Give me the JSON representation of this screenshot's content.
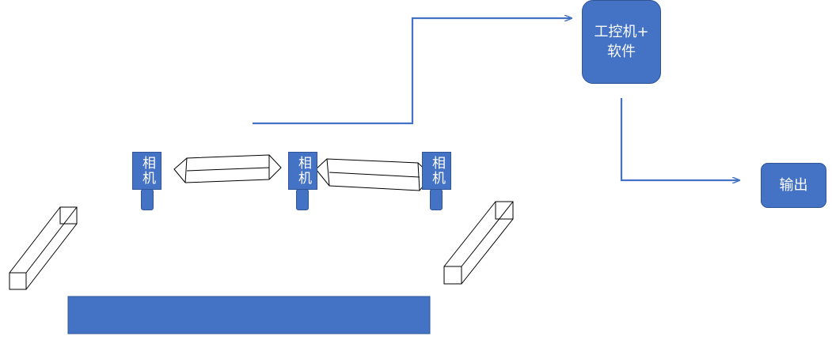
{
  "colors": {
    "accent": "#4472c4",
    "accent_border": "#2f5597",
    "line": "#000000"
  },
  "cameras": [
    {
      "label": "相机"
    },
    {
      "label": "相机"
    },
    {
      "label": "相机"
    }
  ],
  "ipc": {
    "line1": "工控机+",
    "line2": "软件"
  },
  "output": {
    "label": "输出"
  }
}
